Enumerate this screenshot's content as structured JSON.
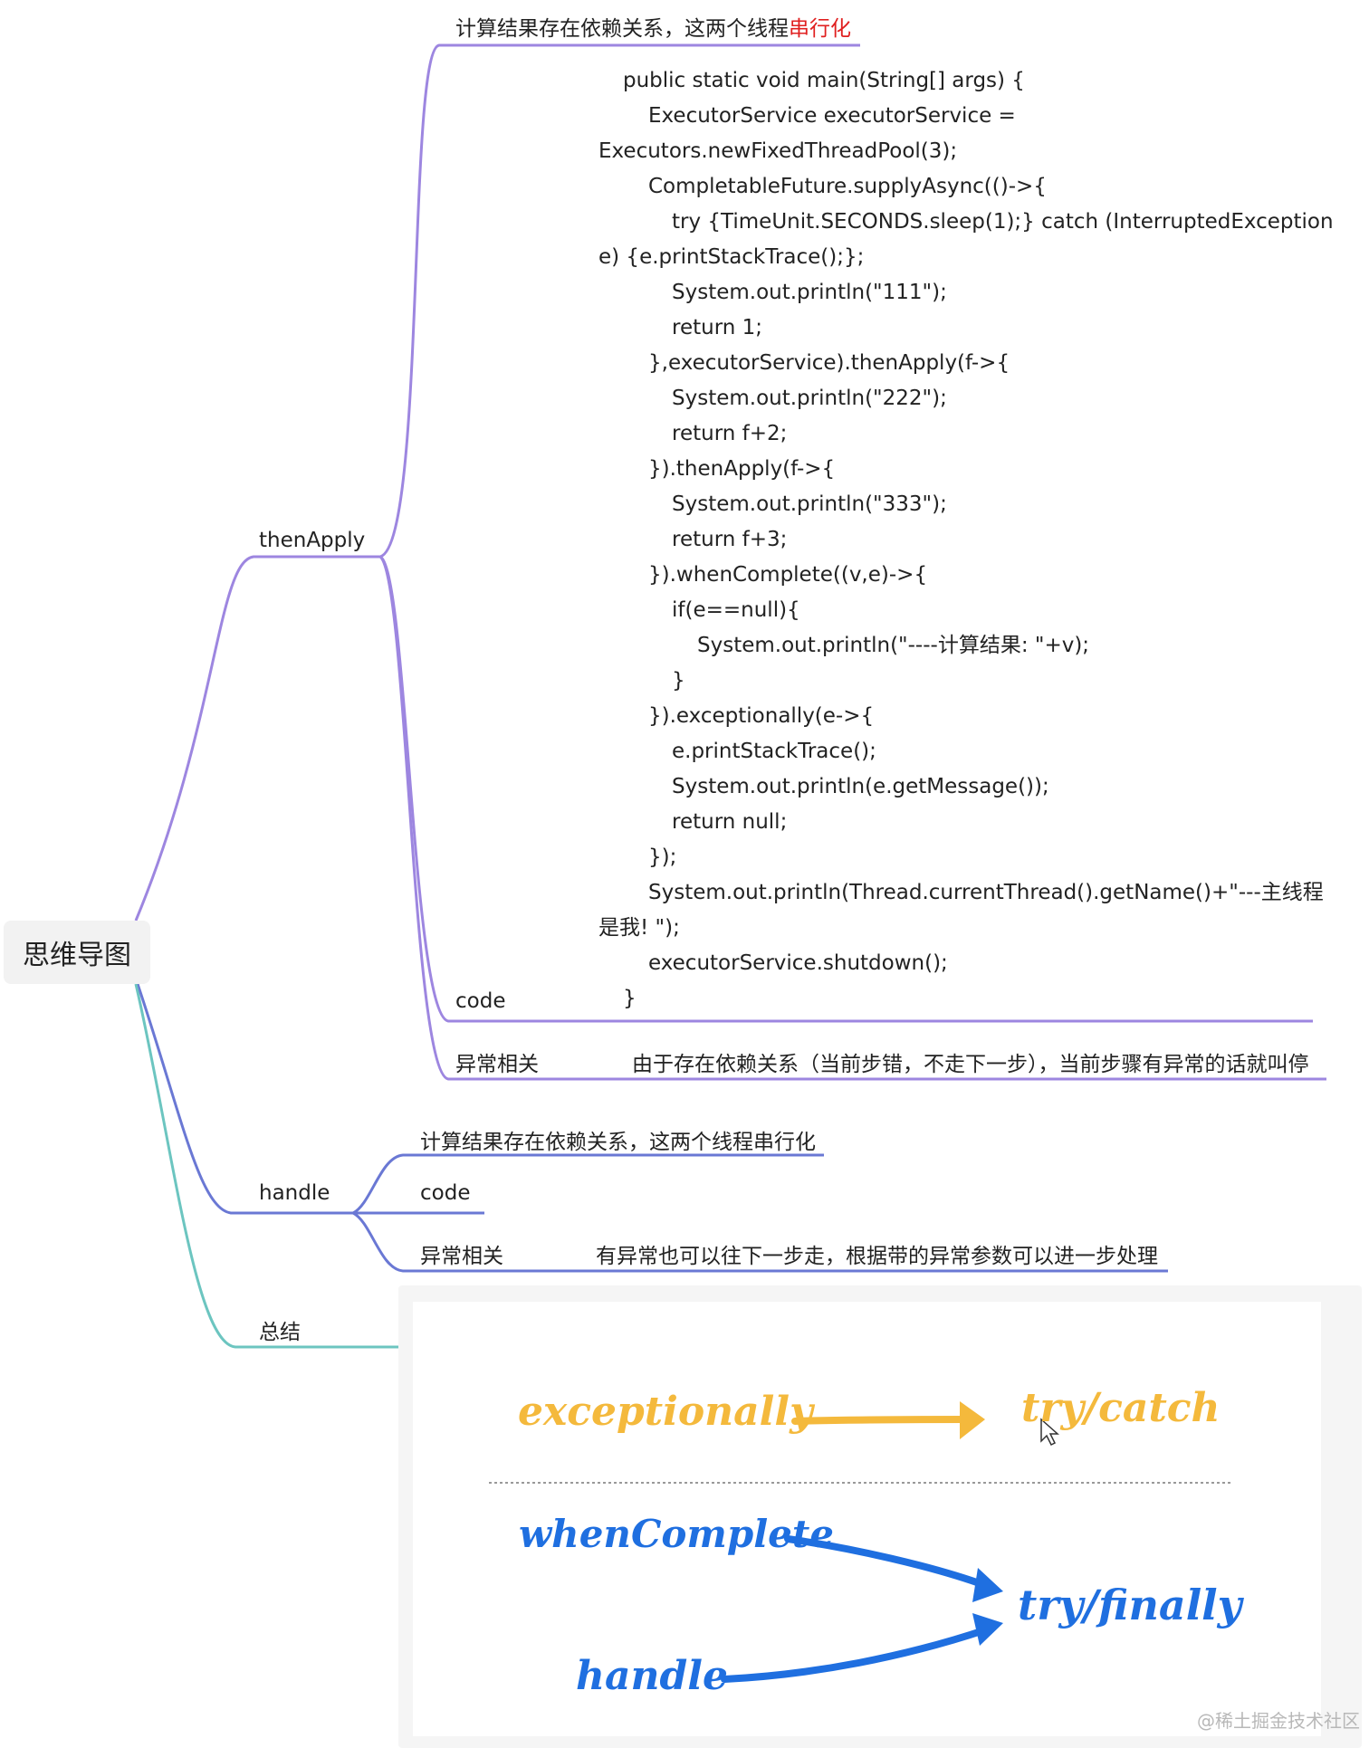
{
  "root": {
    "label": "思维导图"
  },
  "thenApply": {
    "label": "thenApply",
    "calc_text_prefix": "计算结果存在依赖关系，这两个线程",
    "calc_text_highlight": "串行化",
    "code_label": "code",
    "code_lines": [
      "public static void main(String[] args) {",
      "ExecutorService executorService =",
      "Executors.newFixedThreadPool(3);",
      "CompletableFuture.supplyAsync(()->{",
      "try {TimeUnit.SECONDS.sleep(1);} catch (InterruptedException",
      "e) {e.printStackTrace();};",
      "System.out.println(\"111\");",
      "return 1;",
      "},executorService).thenApply(f->{",
      "System.out.println(\"222\");",
      "return f+2;",
      "}).thenApply(f->{",
      "System.out.println(\"333\");",
      "return f+3;",
      "}).whenComplete((v,e)->{",
      "if(e==null){",
      "System.out.println(\"----计算结果: \"+v);",
      "}",
      "}).exceptionally(e->{",
      "e.printStackTrace();",
      "System.out.println(e.getMessage());",
      "return null;",
      "});",
      "System.out.println(Thread.currentThread().getName()+\"---主线程",
      "是我! \");",
      "executorService.shutdown();",
      "}"
    ],
    "exception_label": "异常相关",
    "exception_text": "由于存在依赖关系（当前步错，不走下一步），当前步骤有异常的话就叫停"
  },
  "handle": {
    "label": "handle",
    "calc_text": "计算结果存在依赖关系，这两个线程串行化",
    "code_label": "code",
    "exception_label": "异常相关",
    "exception_text": "有异常也可以往下一步走，根据带的异常参数可以进一步处理"
  },
  "summary": {
    "label": "总结",
    "exceptionally": "exceptionally",
    "try_catch": "try/catch",
    "whenComplete": "whenComplete",
    "try_finally": "try/finally",
    "handle": "handle",
    "watermark": "@稀土掘金技术社区"
  },
  "colors": {
    "purple": "#9d86e0",
    "indigo": "#6a78d4",
    "teal": "#6cc5c0",
    "orange": "#f4b93c",
    "blue": "#1f6fe0",
    "red": "#e02020"
  }
}
